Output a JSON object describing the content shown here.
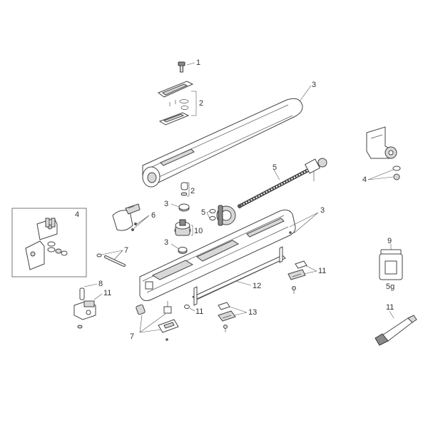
{
  "diagram": {
    "callouts": [
      {
        "id": "c1",
        "text": "1"
      },
      {
        "id": "c2a",
        "text": "2"
      },
      {
        "id": "c3a",
        "text": "3"
      },
      {
        "id": "c4a",
        "text": "4"
      },
      {
        "id": "c5",
        "text": "5"
      },
      {
        "id": "c2b",
        "text": "2"
      },
      {
        "id": "c3b",
        "text": "3"
      },
      {
        "id": "c5b",
        "text": "5"
      },
      {
        "id": "c3c",
        "text": "3"
      },
      {
        "id": "c4b",
        "text": "4"
      },
      {
        "id": "c6",
        "text": "6"
      },
      {
        "id": "c10",
        "text": "10"
      },
      {
        "id": "c3d",
        "text": "3"
      },
      {
        "id": "c7a",
        "text": "7"
      },
      {
        "id": "c12",
        "text": "12"
      },
      {
        "id": "c11a",
        "text": "11"
      },
      {
        "id": "c9",
        "text": "9"
      },
      {
        "id": "c8",
        "text": "8"
      },
      {
        "id": "c11b",
        "text": "11"
      },
      {
        "id": "c7b",
        "text": "7"
      },
      {
        "id": "c11c",
        "text": "11"
      },
      {
        "id": "c13",
        "text": "13"
      },
      {
        "id": "c11d",
        "text": "11"
      }
    ],
    "grease_jar_label": "5g",
    "colors": {
      "line": "#444444",
      "fill_light": "#d8d8d8",
      "fill_dark": "#8a8a8a",
      "background": "#ffffff"
    }
  }
}
